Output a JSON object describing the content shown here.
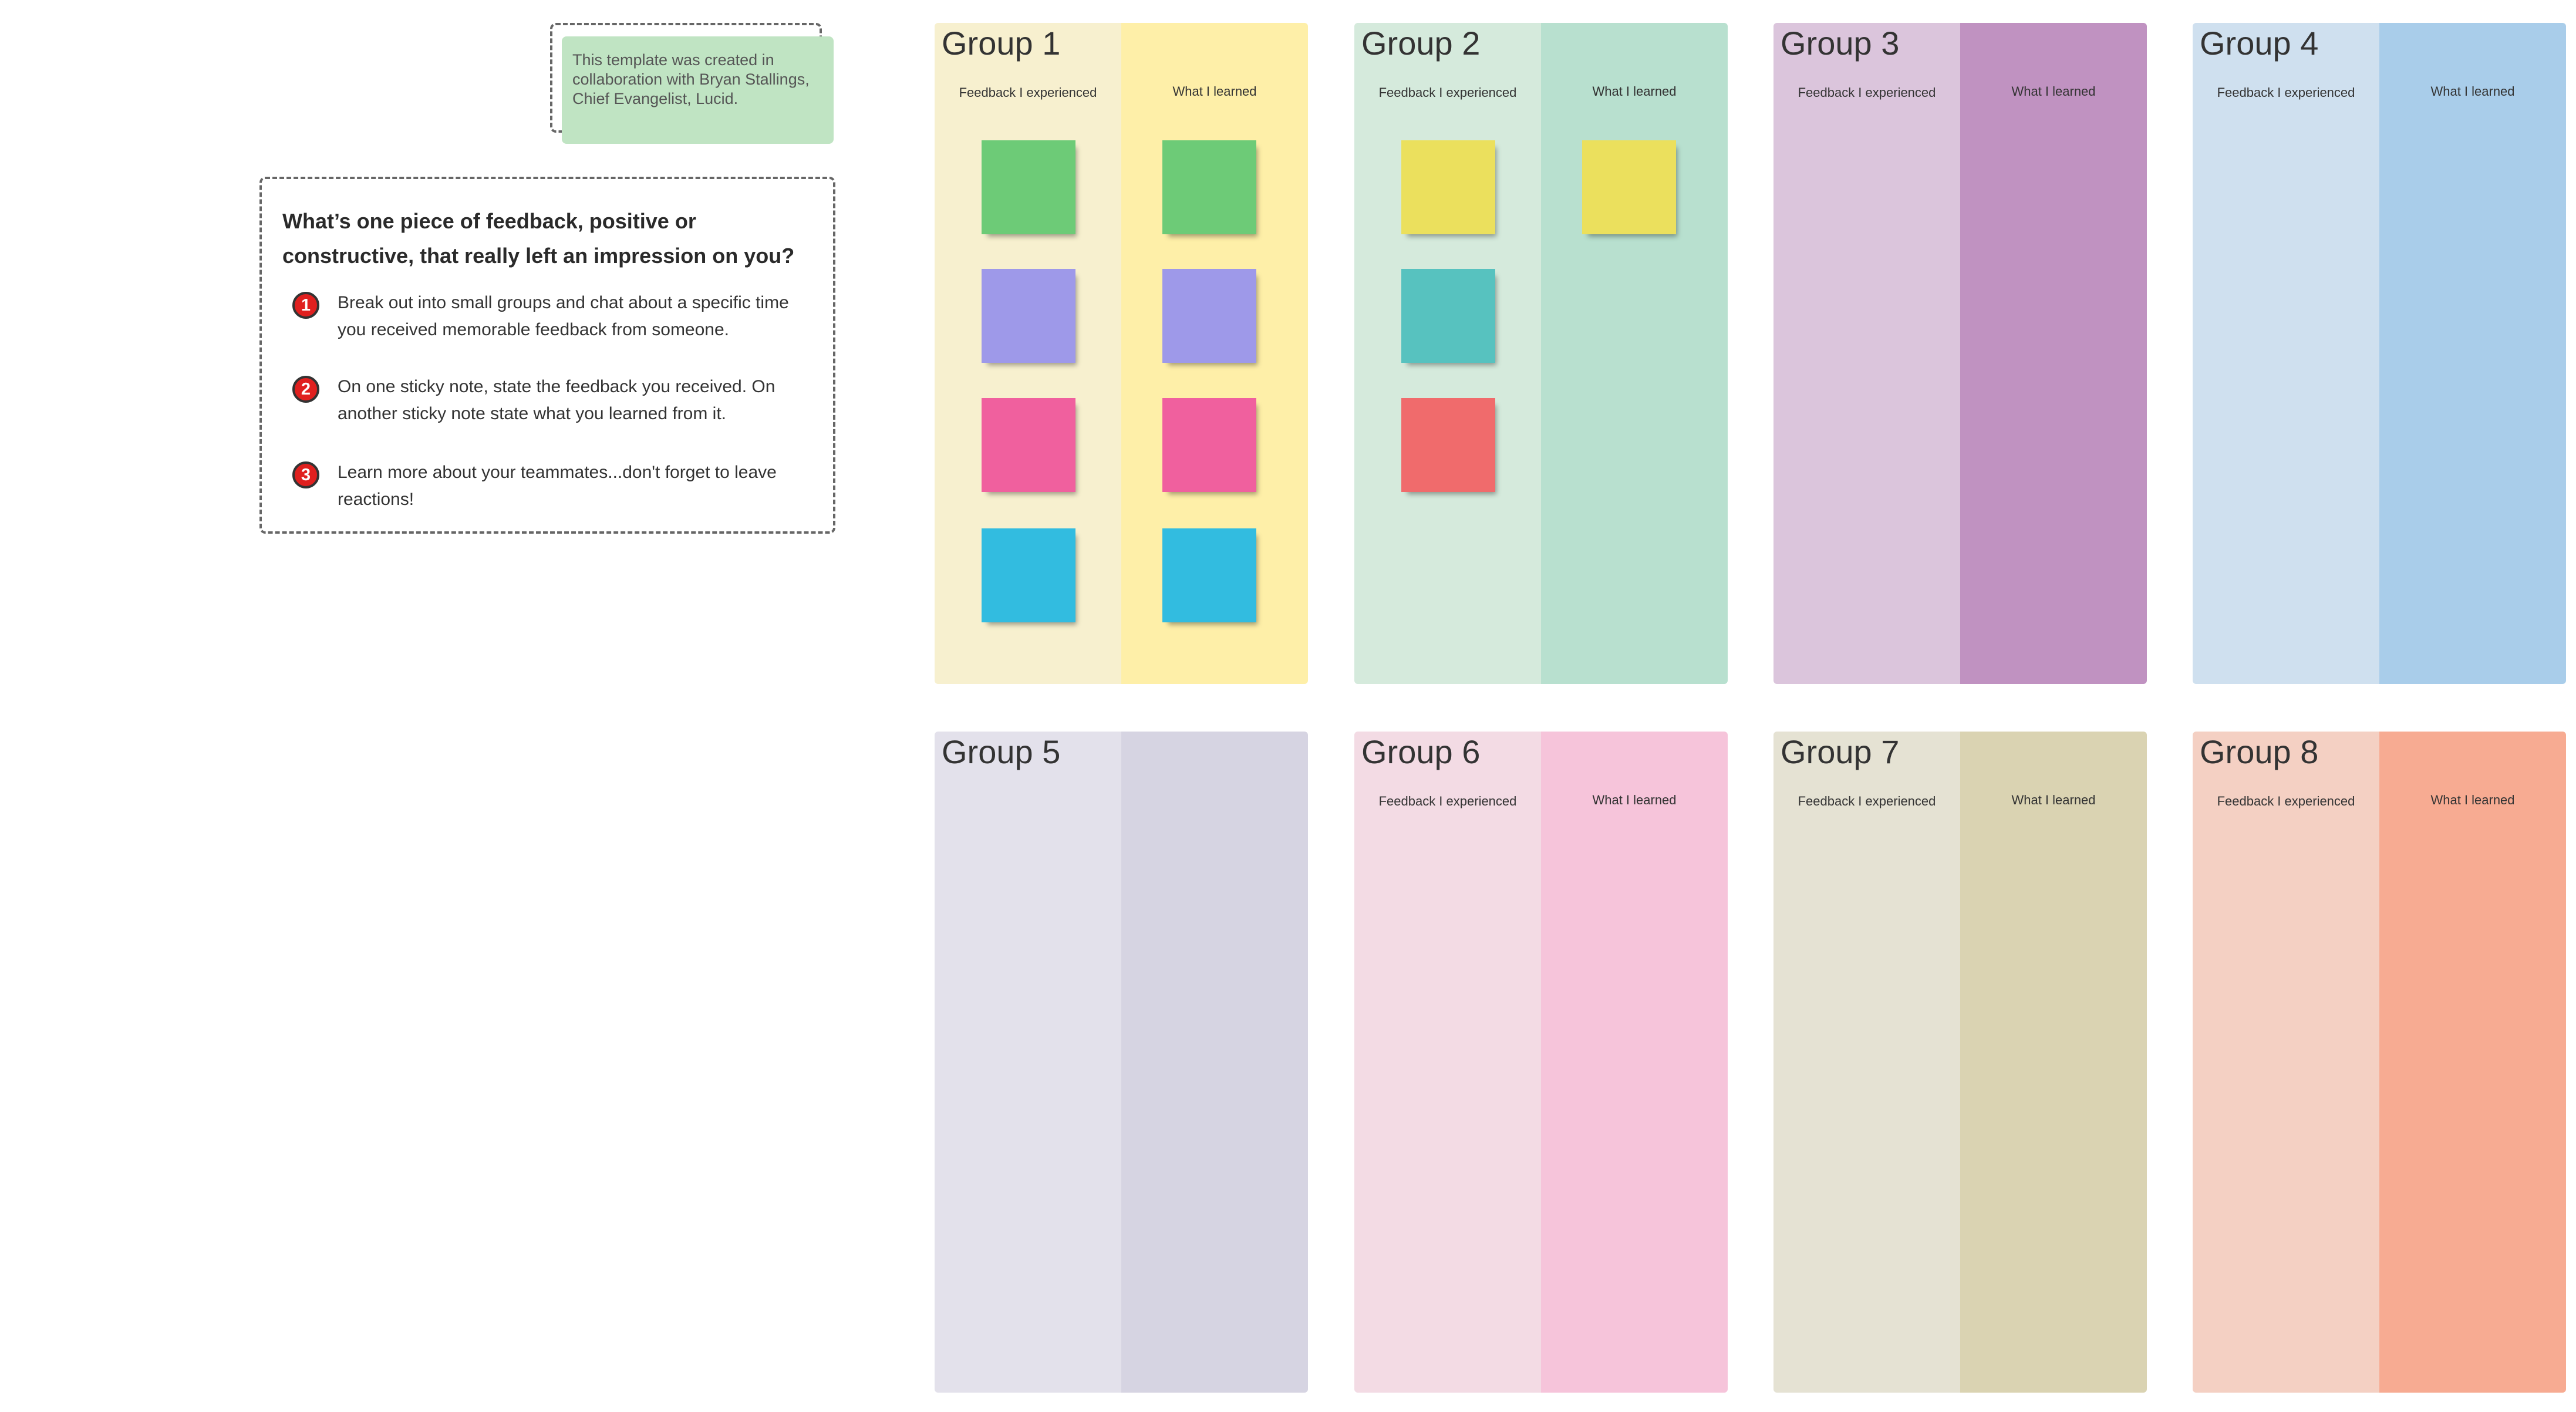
{
  "credit_note": {
    "text": "This template was created in collaboration with Bryan Stallings, Chief Evangelist, Lucid.",
    "color": "#c0e4c3"
  },
  "instructions": {
    "heading": "What’s one piece of feedback, positive or constructive, that really left an impression on you?",
    "steps": [
      {
        "number": "1",
        "text": "Break out into small groups and chat about a specific time you received memorable feedback from someone."
      },
      {
        "number": "2",
        "text": "On one sticky note, state the feedback you received. On another sticky note state what you learned from it."
      },
      {
        "number": "3",
        "text": "Learn more about your teammates...don't forget to leave reactions!"
      }
    ]
  },
  "groups": [
    {
      "title": "Group 1",
      "left_label": "Feedback I experienced",
      "right_label": "What I learned",
      "left_color": "#f7f0cf",
      "right_color": "#feefa8",
      "left_stickies": [
        "#6dcb77",
        "#9e99e9",
        "#f0609e",
        "#32bce0"
      ],
      "right_stickies": [
        "#6dcb77",
        "#9e99e9",
        "#f0609e",
        "#32bce0"
      ]
    },
    {
      "title": "Group 2",
      "left_label": "Feedback I experienced",
      "right_label": "What I learned",
      "left_color": "#d5eadc",
      "right_color": "#b8e0cf",
      "left_stickies": [
        "#ebe05d",
        "#57c2bf",
        "#f06b6c"
      ],
      "right_stickies": [
        "#ebe05d"
      ]
    },
    {
      "title": "Group 3",
      "left_label": "Feedback I experienced",
      "right_label": "What I learned",
      "left_color": "#dbc5dc",
      "right_color": "#c092c1",
      "left_stickies": [],
      "right_stickies": []
    },
    {
      "title": "Group 4",
      "left_label": "Feedback I experienced",
      "right_label": "What I learned",
      "left_color": "#cfe0ef",
      "right_color": "#a9cdea",
      "left_stickies": [],
      "right_stickies": []
    },
    {
      "title": "Group 5",
      "left_color": "#e3e1eb",
      "right_color": "#d6d4e2",
      "left_stickies": [],
      "right_stickies": []
    },
    {
      "title": "Group 6",
      "left_label": "Feedback I experienced",
      "right_label": "What I learned",
      "left_color": "#f3dbe4",
      "right_color": "#f6c4da",
      "left_stickies": [],
      "right_stickies": []
    },
    {
      "title": "Group 7",
      "left_label": "Feedback I experienced",
      "right_label": "What I learned",
      "left_color": "#e5e2d3",
      "right_color": "#dad3b2",
      "left_stickies": [],
      "right_stickies": []
    },
    {
      "title": "Group 8",
      "left_label": "Feedback I experienced",
      "right_label": "What I learned",
      "left_color": "#f4d0c3",
      "right_color": "#f7ab92",
      "left_stickies": [],
      "right_stickies": []
    }
  ]
}
